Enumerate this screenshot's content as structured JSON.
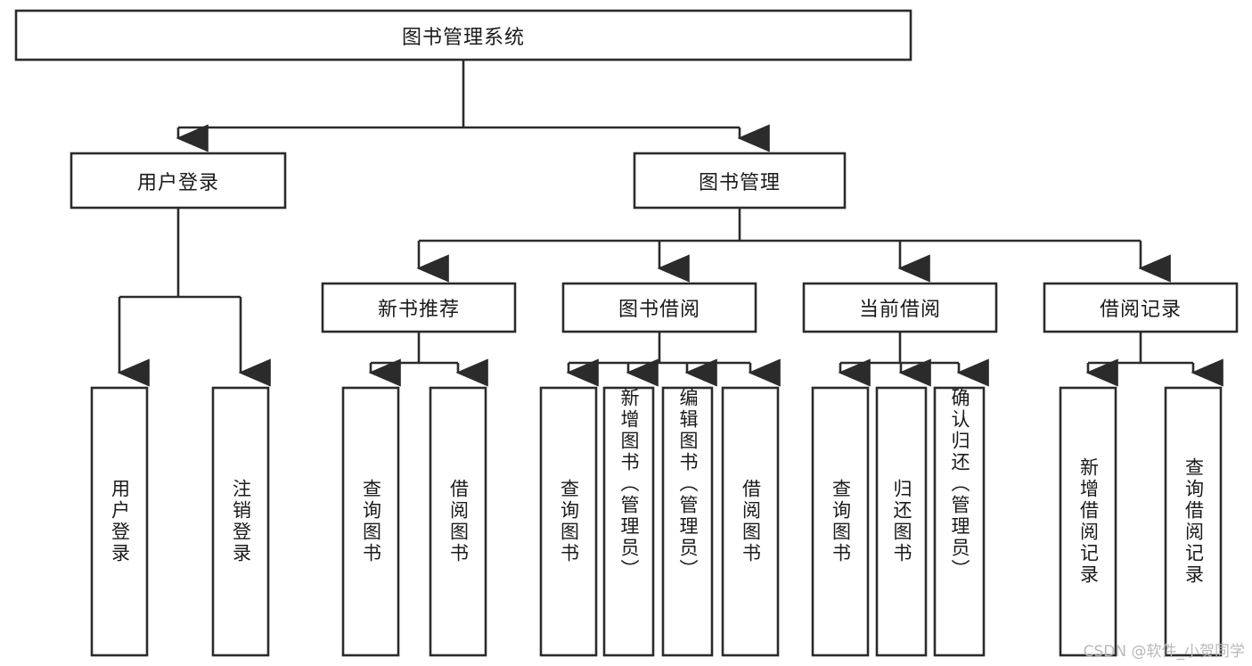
{
  "diagram": {
    "kind": "tree-hierarchy-chart",
    "background_color": "#ffffff",
    "line_color": "#2b2b2b",
    "box_fill": "#ffffff",
    "text_color": "#1a1a1a",
    "root": {
      "label": "图书管理系统"
    },
    "level2": [
      {
        "label": "用户登录"
      },
      {
        "label": "图书管理"
      }
    ],
    "level3": [
      {
        "label": "新书推荐"
      },
      {
        "label": "图书借阅"
      },
      {
        "label": "当前借阅"
      },
      {
        "label": "借阅记录"
      }
    ],
    "leaves": {
      "user_login": [
        {
          "label": "用户登录"
        },
        {
          "label": "注销登录"
        }
      ],
      "new_book_recommend": [
        {
          "label": "查询图书"
        },
        {
          "label": "借阅图书"
        }
      ],
      "book_borrow": [
        {
          "label": "查询图书"
        },
        {
          "label": "新增图书（管理员）"
        },
        {
          "label": "编辑图书（管理员）"
        },
        {
          "label": "借阅图书"
        }
      ],
      "current_borrow": [
        {
          "label": "查询图书"
        },
        {
          "label": "归还图书"
        },
        {
          "label": "确认归还（管理员）"
        }
      ],
      "borrow_record": [
        {
          "label": "新增借阅记录"
        },
        {
          "label": "查询借阅记录"
        }
      ]
    }
  },
  "watermark": {
    "text": "CSDN @软件_小贺同学",
    "color": "#b9b9b9"
  }
}
